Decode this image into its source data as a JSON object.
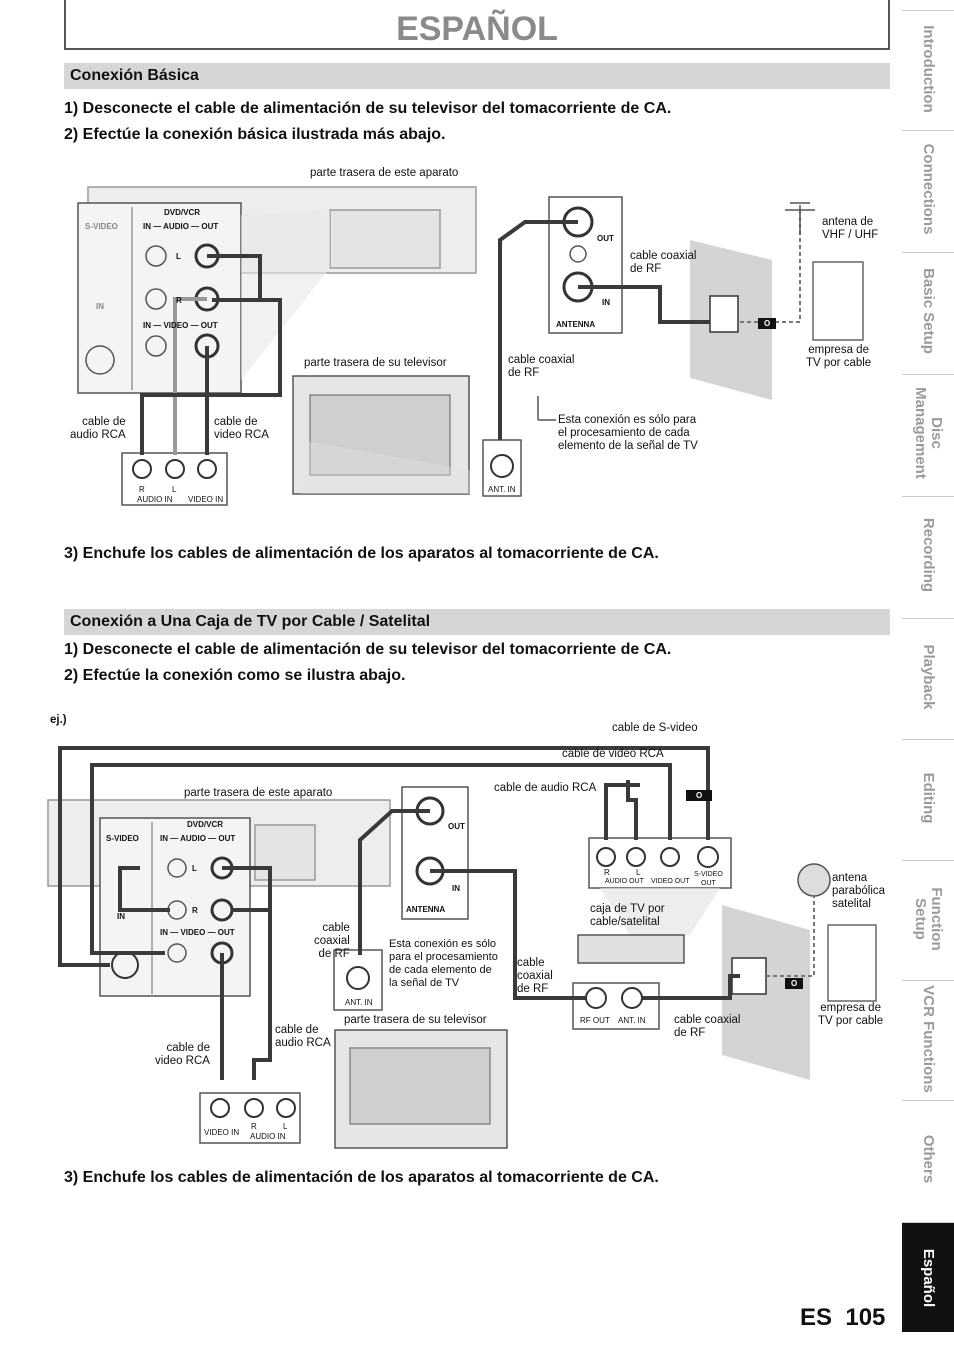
{
  "header": {
    "title": "ESPAÑOL"
  },
  "section1": {
    "heading": "Conexión Básica",
    "step1": "1) Desconecte el cable de alimentación de su televisor del tomacorriente de CA.",
    "step2": "2) Efectúe la conexión básica ilustrada más abajo.",
    "step3": "3) Enchufe los cables de alimentación de los aparatos al tomacorriente de CA.",
    "diagram": {
      "rear_unit": "parte trasera de este aparato",
      "svideo": "S-VIDEO",
      "dvdvcr": "DVD/VCR",
      "audio_out": "IN — AUDIO — OUT",
      "video_out": "IN — VIDEO — OUT",
      "l": "L",
      "r": "R",
      "in": "IN",
      "out": "OUT",
      "in_ant": "IN",
      "antenna": "ANTENNA",
      "coax1": "cable coaxial\nde RF",
      "antenna_vhf": "antena de\nVHF / UHF",
      "cable_co": "empresa de\nTV por cable",
      "rear_tv": "parte trasera de su televisor",
      "coax2": "cable coaxial\nde RF",
      "audio_rca": "cable de\naudio RCA",
      "video_rca": "cable de\nvideo RCA",
      "note": "Esta conexión es sólo para\nel procesamiento de cada\nelemento de la señal de TV",
      "tv_r": "R",
      "tv_l": "L",
      "audio_in": "AUDIO IN",
      "video_in": "VIDEO IN",
      "ant_in": "ANT. IN",
      "wall_o": "O"
    }
  },
  "section2": {
    "heading": "Conexión a Una Caja de TV por Cable / Satelital",
    "step1": "1) Desconecte el cable de alimentación de su televisor del tomacorriente de CA.",
    "step2": "2)  Efectúe la conexión como se ilustra abajo.",
    "step3": "3) Enchufe los cables de alimentación de los aparatos al tomacorriente de CA.",
    "diagram": {
      "ej": "ej.)",
      "svideo_cable": "cable de S-video",
      "video_rca_cable": "cable de video RCA",
      "rear_unit": "parte trasera de este aparato",
      "audio_rca_cable": "cable de audio RCA",
      "svideo": "S-VIDEO",
      "dvdvcr": "DVD/VCR",
      "audio_out": "IN — AUDIO — OUT",
      "video_out": "IN — VIDEO — OUT",
      "l": "L",
      "r": "R",
      "in": "IN",
      "out": "OUT",
      "in_ant": "IN",
      "antenna": "ANTENNA",
      "box_r": "R",
      "box_l": "L",
      "box_audio_out": "AUDIO OUT",
      "box_video_out": "VIDEO OUT",
      "box_svideo_out": "S-VIDEO\nOUT",
      "satellite": "antena\nparabólica\nsatelital",
      "box_name": "caja de TV por\ncable/satelital",
      "coax_a": "cable\ncoaxial\nde RF",
      "note": "Esta conexión es sólo\npara el procesamiento\nde cada elemento de\nla señal de TV",
      "coax_b": "cable\ncoaxial\nde RF",
      "rf_out": "RF OUT",
      "ant_in": "ANT. IN",
      "ant_in_tv": "ANT. IN",
      "coax_c": "cable coaxial\nde RF",
      "cable_co": "empresa de\nTV por cable",
      "audio_rca": "cable de\naudio RCA",
      "video_rca": "cable de\nvideo RCA",
      "rear_tv": "parte trasera de su televisor",
      "video_in": "VIDEO IN",
      "tv_r": "R",
      "tv_l": "L",
      "audio_in": "AUDIO IN",
      "box_o": "O",
      "wall_o": "O"
    }
  },
  "side_tabs": [
    "Introduction",
    "Connections",
    "Basic Setup",
    "Disc\nManagement",
    "Recording",
    "Playback",
    "Editing",
    "Function\nSetup",
    "VCR Functions",
    "Others",
    "Español"
  ],
  "footer": {
    "lang": "ES",
    "page": "105"
  }
}
